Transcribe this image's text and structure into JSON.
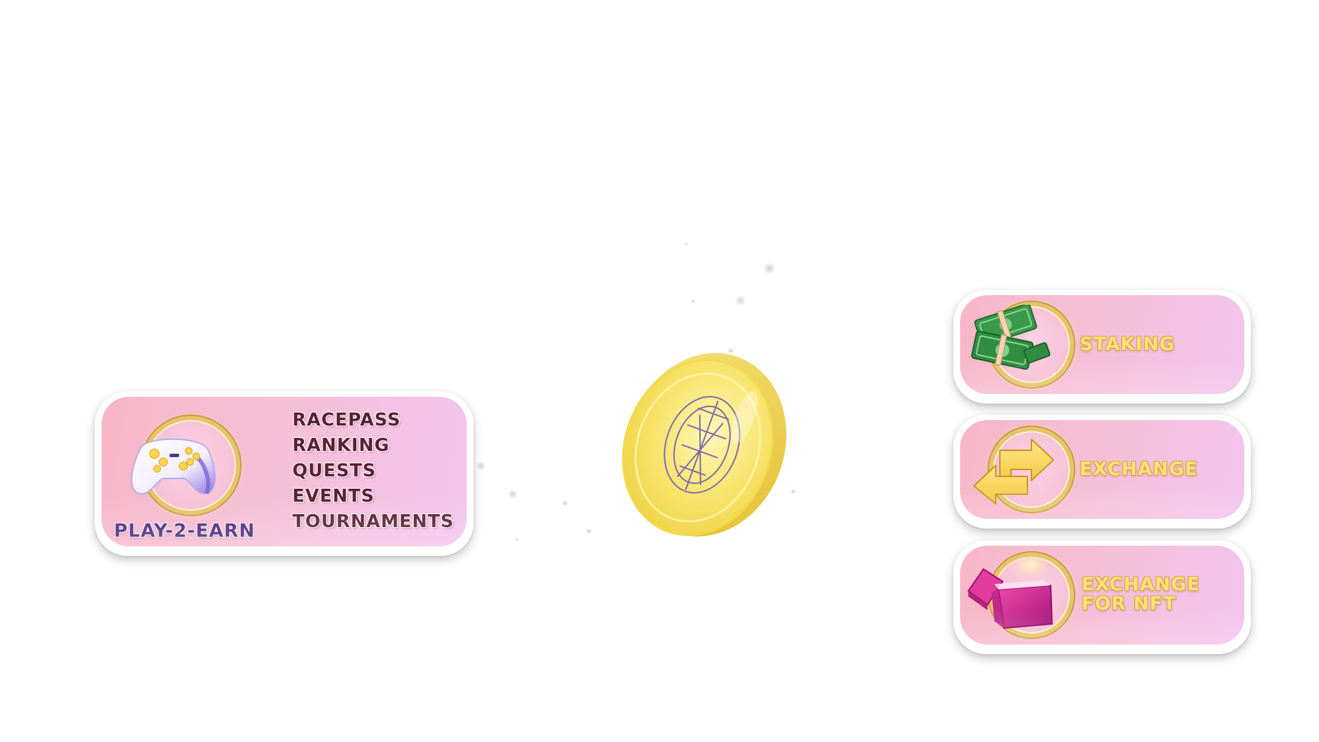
{
  "play_to_earn": {
    "title": "PLAY-2-EARN",
    "icon": "gamepad-icon",
    "items": [
      "RACEPASS",
      "RANKING",
      "QUESTS",
      "EVENTS",
      "TOURNAMENTS"
    ]
  },
  "coin": {
    "icon": "coin-logo-icon"
  },
  "options": [
    {
      "label": "STAKING",
      "icon": "money-stack-icon"
    },
    {
      "label": "EXCHANGE",
      "icon": "exchange-arrows-icon"
    },
    {
      "label_line1": "EXCHANGE",
      "label_line2": "FOR NFT",
      "icon": "gift-box-icon"
    }
  ],
  "colors": {
    "card_gradient_start": "#f7b6c8",
    "card_gradient_end": "#f3c4ee",
    "gold": "#ffe27a",
    "menu_text": "#5b1f35",
    "p2e_text": "#4a2a7c",
    "coin_yellow": "#f8e36a"
  }
}
